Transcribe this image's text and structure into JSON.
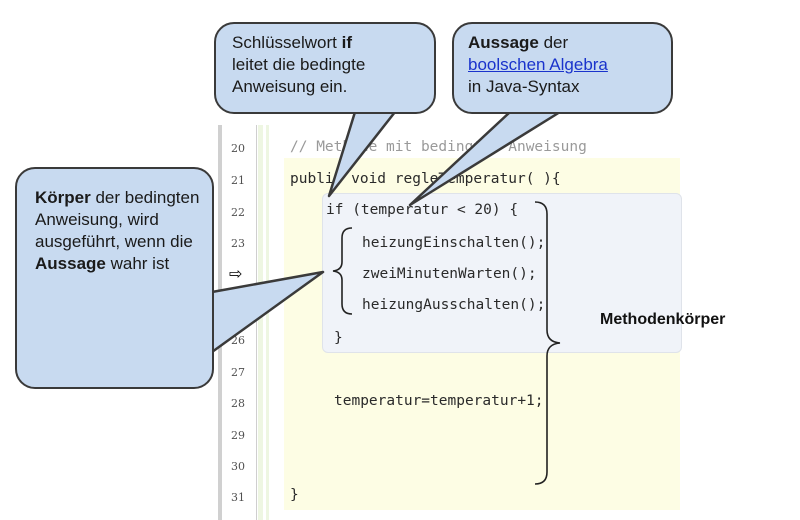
{
  "editor": {
    "line_numbers": [
      "20",
      "21",
      "22",
      "23",
      "",
      "",
      "26",
      "27",
      "28",
      "29",
      "30",
      "31"
    ],
    "code": {
      "comment": "// Methode mit bedingter Anweisung",
      "signature": "public void regleTemperatur( ){",
      "if_line": "if (temperatur < 20) {",
      "stmt1": "heizungEinschalten();",
      "stmt2": "zweiMinutenWarten();",
      "stmt3": "heizungAusschalten();",
      "close_if": "}",
      "assignment": "temperatur=temperatur+1;",
      "close_method": "}"
    },
    "current_line_marker": "⇨"
  },
  "callouts": {
    "keyword": {
      "before": "Schlüsselwort ",
      "bold": "if",
      "after": "leitet die bedingte Anweisung ein."
    },
    "aussage": {
      "bold": "Aussage",
      "after_bold": " der",
      "link": "boolschen Algebra",
      "last": "in Java-Syntax"
    },
    "koerper": {
      "bold": "Körper",
      "text1": " der bedingten Anweisung, wird ausgeführt, wenn die ",
      "bold2": "Aussage",
      "text2": " wahr ist"
    }
  },
  "labels": {
    "methodenkoerper": "Methodenkörper"
  },
  "colors": {
    "callout_fill": "#c8daf0",
    "callout_border": "#3a3a3a",
    "link": "#1a33cc",
    "method_body": "#fdfde4",
    "if_block": "#f0f3f9"
  }
}
